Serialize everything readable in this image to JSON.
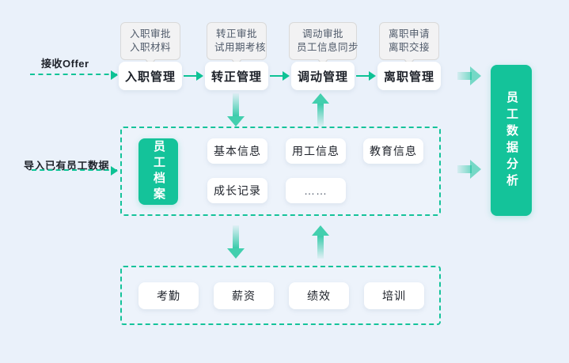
{
  "canvas": {
    "background": "#eaf1fa",
    "accent_green": "#14c39a",
    "arrow_green": "#0ec295",
    "callout_bg": "#f2f2f3",
    "callout_border": "#d9d9d9"
  },
  "flow": {
    "entry_label": "接收Offer",
    "import_label": "导入已有员工数据",
    "steps": [
      {
        "title": "入职管理",
        "callout_line1": "入职审批",
        "callout_line2": "入职材料"
      },
      {
        "title": "转正管理",
        "callout_line1": "转正审批",
        "callout_line2": "试用期考核"
      },
      {
        "title": "调动管理",
        "callout_line1": "调动审批",
        "callout_line2": "员工信息同步"
      },
      {
        "title": "离职管理",
        "callout_line1": "离职申请",
        "callout_line2": "离职交接"
      }
    ]
  },
  "profile_section": {
    "panel_title": "员工档案",
    "cards_row1": [
      "基本信息",
      "用工信息",
      "教育信息"
    ],
    "cards_row2": [
      "成长记录",
      "……"
    ]
  },
  "modules_section": {
    "cards": [
      "考勤",
      "薪资",
      "绩效",
      "培训"
    ]
  },
  "analysis_panel": {
    "title": "员工数据分析"
  }
}
